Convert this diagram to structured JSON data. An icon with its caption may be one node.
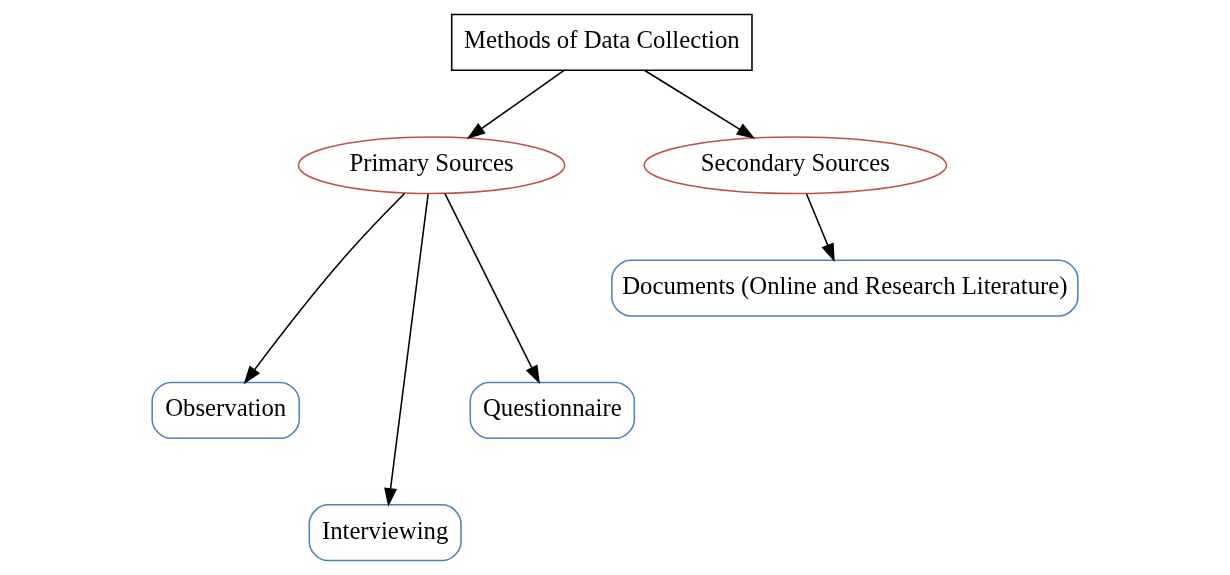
{
  "diagram": {
    "nodes": [
      {
        "text": [
          "Methods of Data Collection"
        ]
      },
      {
        "text": [
          "Primary Sources"
        ]
      },
      {
        "text": [
          "Secondary Sources"
        ]
      },
      {
        "text": [
          "Observation"
        ]
      },
      {
        "text": [
          "Interviewing"
        ]
      },
      {
        "text": [
          "Questionnaire"
        ]
      },
      {
        "text": [
          "Documents (Online and Research Literature)"
        ]
      }
    ],
    "edges": [
      {
        "from": 0,
        "to": 1,
        "arrow": "to"
      },
      {
        "from": 0,
        "to": 2,
        "arrow": "to"
      },
      {
        "from": 1,
        "to": 3,
        "arrow": "to"
      },
      {
        "from": 1,
        "to": 4,
        "arrow": "to"
      },
      {
        "from": 1,
        "to": 5,
        "arrow": "to"
      },
      {
        "from": 2,
        "to": 6,
        "arrow": "to"
      }
    ]
  }
}
